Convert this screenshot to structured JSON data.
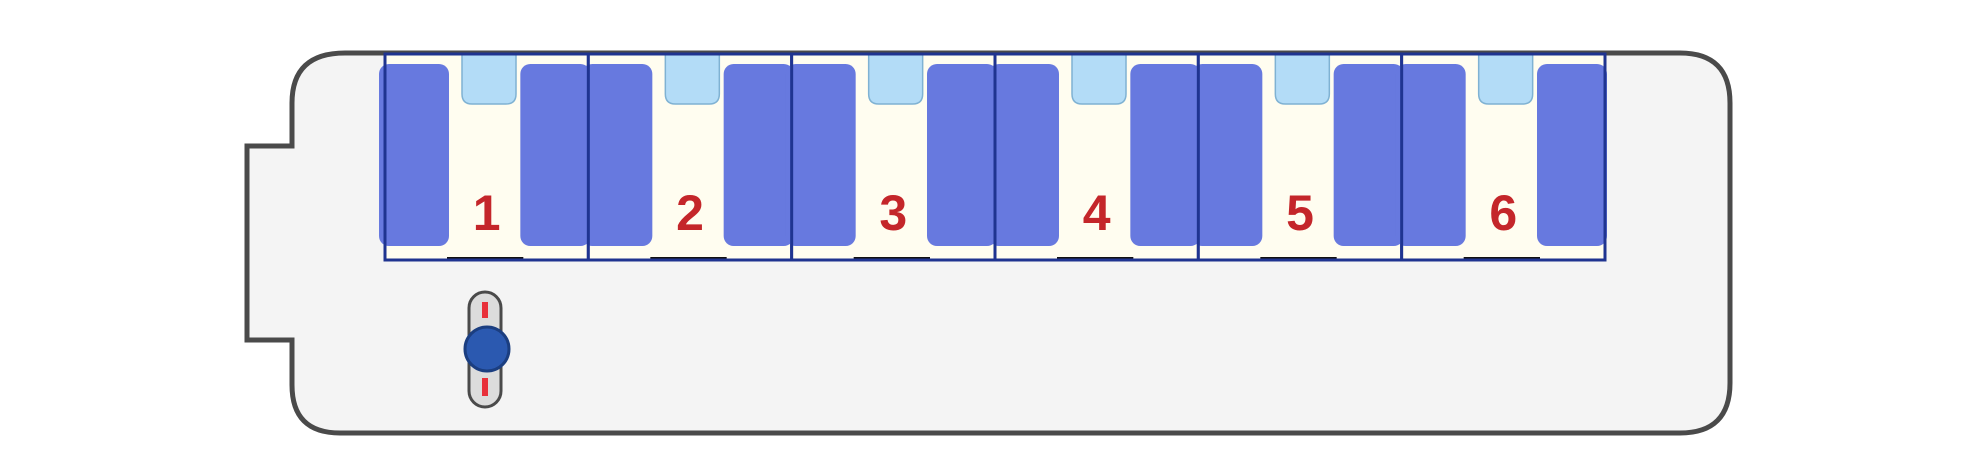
{
  "colors": {
    "body_fill": "#f4f4f4",
    "body_stroke": "#4a4a4a",
    "cell_fill": "#fffdf0",
    "blow_reed": "#6779df",
    "draw_reed": "#b3dcf7",
    "cell_border": "#1f3490",
    "number": "#c4262a",
    "slider_knob": "#2b59b0",
    "slider_track": "#dcdcdc",
    "slider_dash": "#e8303a"
  },
  "holes": [
    {
      "number": "1"
    },
    {
      "number": "2"
    },
    {
      "number": "3"
    },
    {
      "number": "4"
    },
    {
      "number": "5"
    },
    {
      "number": "6"
    }
  ],
  "icons": {
    "slider": "chromatic-slide-button-icon"
  }
}
